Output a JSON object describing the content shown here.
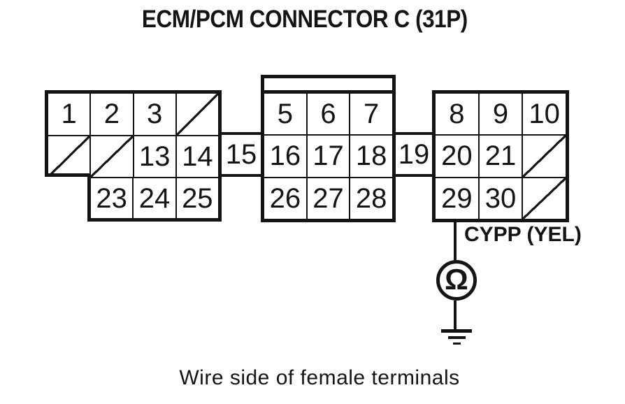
{
  "colors": {
    "ink": "#141414",
    "paper": "#ffffff"
  },
  "title": "ECM/PCM CONNECTOR C (31P)",
  "caption": "Wire side of female terminals",
  "probe": {
    "wire_label": "CYPP (YEL)",
    "meter_symbol": "Ω",
    "meter_icon": "ohmmeter-icon",
    "ground_icon": "ground-icon",
    "connected_terminal": "29"
  },
  "connector": {
    "empty_cavity_marker": "/",
    "left_block": {
      "rows": [
        [
          "1",
          "2",
          "3",
          "/"
        ],
        [
          "/",
          "/",
          "13",
          "14"
        ],
        [
          "23",
          "24",
          "25"
        ]
      ]
    },
    "bridge_cells": [
      "15",
      "19"
    ],
    "middle_block": {
      "key_tab": true,
      "rows": [
        [
          "5",
          "6",
          "7"
        ],
        [
          "16",
          "17",
          "18"
        ],
        [
          "26",
          "27",
          "28"
        ]
      ]
    },
    "right_block": {
      "rows": [
        [
          "8",
          "9",
          "10"
        ],
        [
          "20",
          "21",
          "/"
        ],
        [
          "29",
          "30",
          "/"
        ]
      ]
    }
  }
}
